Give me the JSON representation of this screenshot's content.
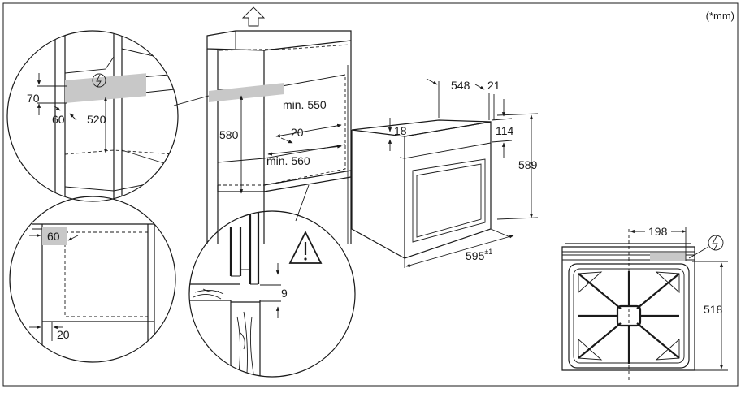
{
  "units_note": "(*mm)",
  "cabinet": {
    "dim_min_550": "min. 550",
    "dim_580": "580",
    "dim_20": "20",
    "dim_min_560": "min. 560"
  },
  "detail_top": {
    "dim_70": "70",
    "dim_60": "60",
    "dim_520": "520"
  },
  "detail_bottom": {
    "dim_60": "60",
    "dim_20": "20"
  },
  "detail_floor": {
    "dim_9": "9"
  },
  "oven": {
    "dim_548": "548",
    "dim_21": "21",
    "dim_114": "114",
    "dim_18": "18",
    "dim_589": "589",
    "dim_595": "595",
    "dim_595_tolerance": "±1"
  },
  "hob": {
    "dim_198": "198",
    "dim_518": "518"
  },
  "colors": {
    "line": "#1a1a1a",
    "highlight": "#c8c8c8",
    "background": "#ffffff"
  },
  "icons": [
    "up-arrow-icon",
    "electrical-connection-icon",
    "warning-triangle-icon"
  ]
}
